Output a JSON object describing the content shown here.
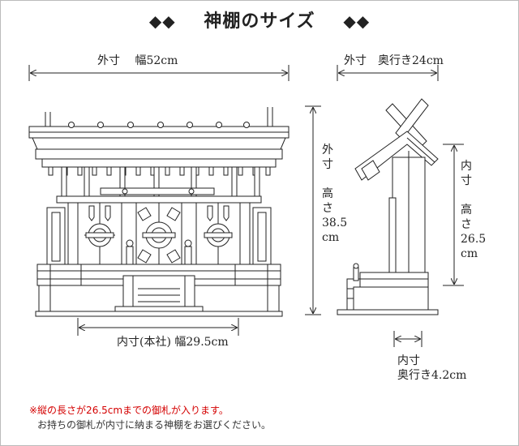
{
  "title": {
    "diamonds_left": "◆◆",
    "text": "神棚のサイズ",
    "diamonds_right": "◆◆"
  },
  "front": {
    "outer_width_label": "外寸　 幅52cm",
    "inner_width_label": "内寸(本社)  幅29.5cm",
    "outer_height_label": "外\n寸\n\n高\nさ\n38.5\ncm"
  },
  "side": {
    "outer_depth_label": "外寸　奥行き24cm",
    "inner_height_label": "内\n寸\n\n高\nさ\n26.5\ncm",
    "inner_depth_label": "内寸\n奥行き4.2cm"
  },
  "notes": {
    "warning": "※縦の長さが26.5cmまでの御札が入ります。",
    "guide": "お持ちの御札が内寸に納まる神棚をお選びください。"
  }
}
